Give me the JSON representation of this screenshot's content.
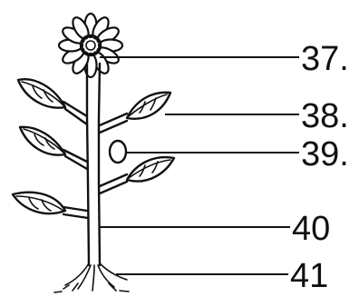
{
  "labels": [
    {
      "id": "37",
      "text": "37."
    },
    {
      "id": "38",
      "text": "38."
    },
    {
      "id": "39",
      "text": "39."
    },
    {
      "id": "40",
      "text": "40"
    },
    {
      "id": "41",
      "text": "41"
    }
  ],
  "colors": {
    "ink": "#111111",
    "background": "#ffffff"
  }
}
